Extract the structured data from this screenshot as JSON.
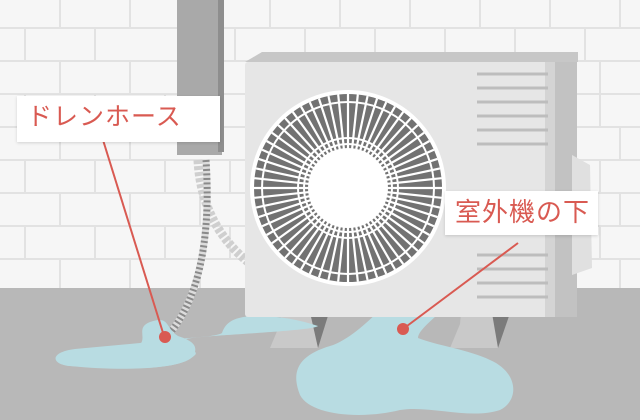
{
  "illustration": {
    "subject": "air-conditioner outdoor unit with water leaking",
    "colors": {
      "wall": "#f6f6f6",
      "wall_mortar": "#e4e4e4",
      "floor": "#b8b8b8",
      "unit_body": "#e6e6e6",
      "fan_blades": "#727272",
      "pipe": "#a9a9a9",
      "water": "#b8dce2",
      "label_text": "#d95a52",
      "leader_line": "#d95a52"
    }
  },
  "labels": {
    "drain_hose": "ドレンホース",
    "under_unit": "室外機の下"
  }
}
